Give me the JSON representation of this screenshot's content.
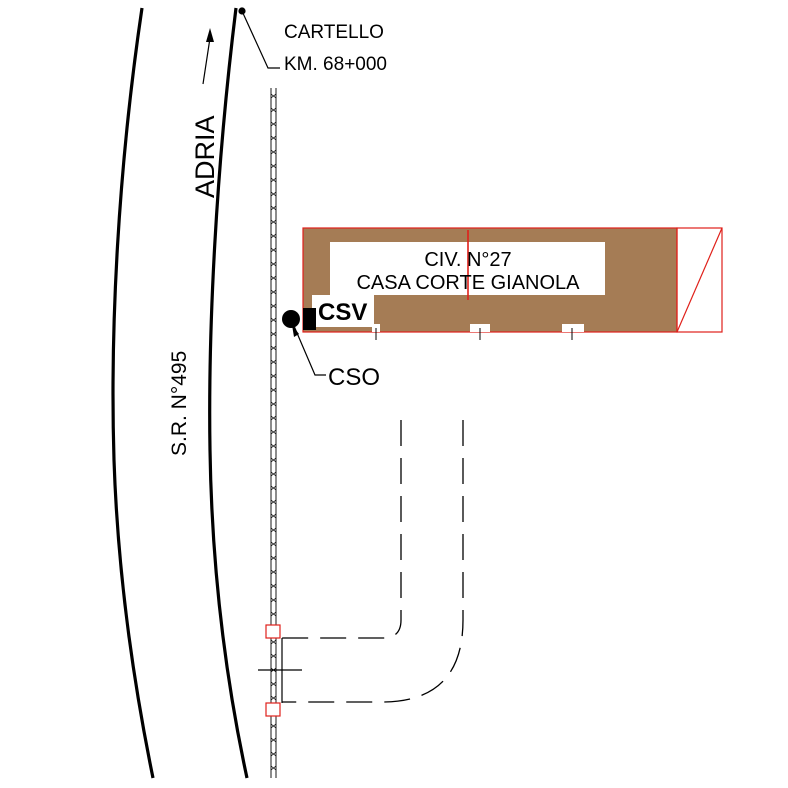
{
  "labels": {
    "sign_line1": "CARTELLO",
    "sign_line2": "KM. 68+000",
    "direction": "ADRIA",
    "road_name": "S.R. N°495",
    "building_line1": "CIV. N°27",
    "building_line2": "CASA CORTE GIANOLA",
    "csv": "CSV",
    "cso": "CSO"
  },
  "colors": {
    "building_fill": "#a57c55",
    "outline_red": "#e0201a",
    "ink": "#000000",
    "background": "#ffffff"
  },
  "icons": [
    "sign-point-icon",
    "north-arrow-icon",
    "cso-manhole-icon",
    "csv-valve-icon",
    "fence-icon"
  ]
}
